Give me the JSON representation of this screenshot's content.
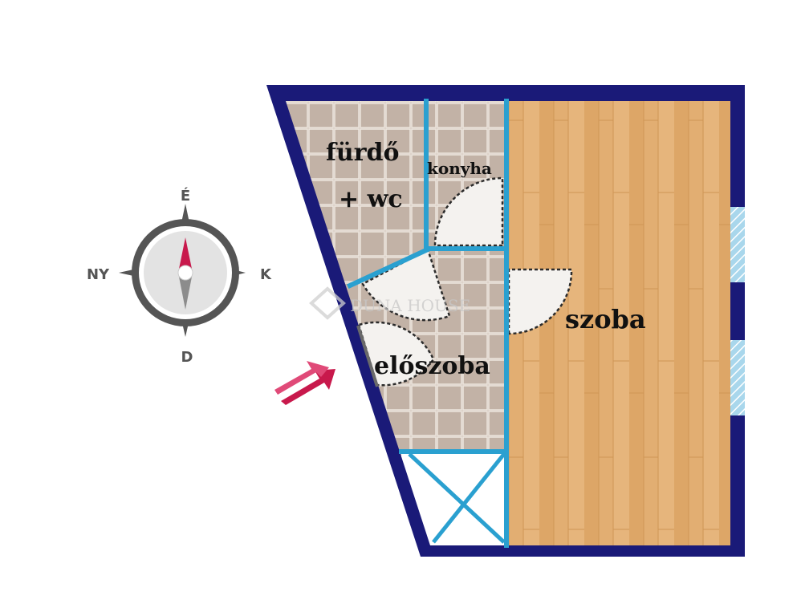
{
  "floorplan": {
    "rooms": {
      "bathroom": {
        "line1": "fürdő",
        "line2": "+ wc"
      },
      "kitchen": "konyha",
      "room": "szoba",
      "hall": "előszoba"
    },
    "compass": {
      "north": "É",
      "south": "D",
      "east": "K",
      "west": "NY"
    },
    "watermark": "DUNA HOUSE",
    "colors": {
      "outer_wall": "#1a1a78",
      "inner_wall": "#2aa0d0",
      "tile": "#c7b8ad",
      "parquet": "#e0ab6e",
      "entry_arrow": "#c8194c",
      "compass_needle_north": "#c8194c",
      "compass_body": "#555555"
    }
  }
}
